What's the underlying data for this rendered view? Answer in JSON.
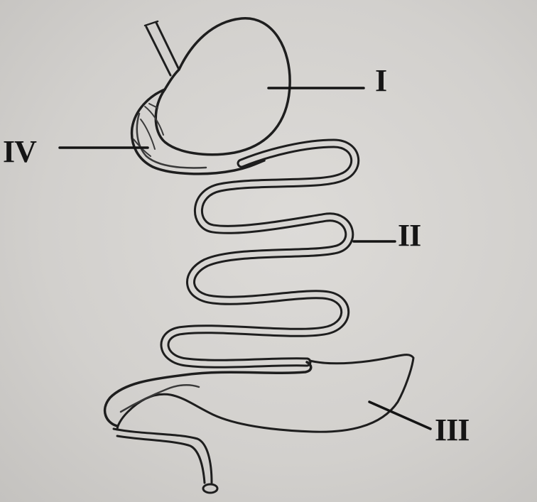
{
  "diagram": {
    "labels": [
      {
        "id": "I",
        "text": "I"
      },
      {
        "id": "II",
        "text": "II"
      },
      {
        "id": "III",
        "text": "III"
      },
      {
        "id": "IV",
        "text": "IV"
      }
    ]
  }
}
